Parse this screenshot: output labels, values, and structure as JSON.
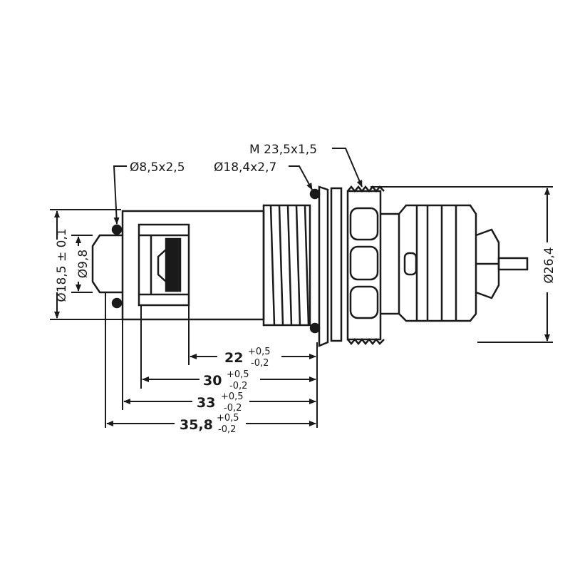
{
  "labels": {
    "seal_small": "Ø8,5x2,5",
    "seal_large": "Ø18,4x2,7",
    "thread": "M 23,5x1,5",
    "dia_body": "Ø18,5 ± 0,1",
    "dia_nose": "Ø9,8",
    "dia_nut": "Ø26,4"
  },
  "dimensions": [
    {
      "value": "22",
      "tol_plus": "+0,5",
      "tol_minus": "-0,2"
    },
    {
      "value": "30",
      "tol_plus": "+0,5",
      "tol_minus": "-0,2"
    },
    {
      "value": "33",
      "tol_plus": "+0,5",
      "tol_minus": "-0,2"
    },
    {
      "value": "35,8",
      "tol_plus": "+0,5",
      "tol_minus": "-0,2"
    }
  ]
}
